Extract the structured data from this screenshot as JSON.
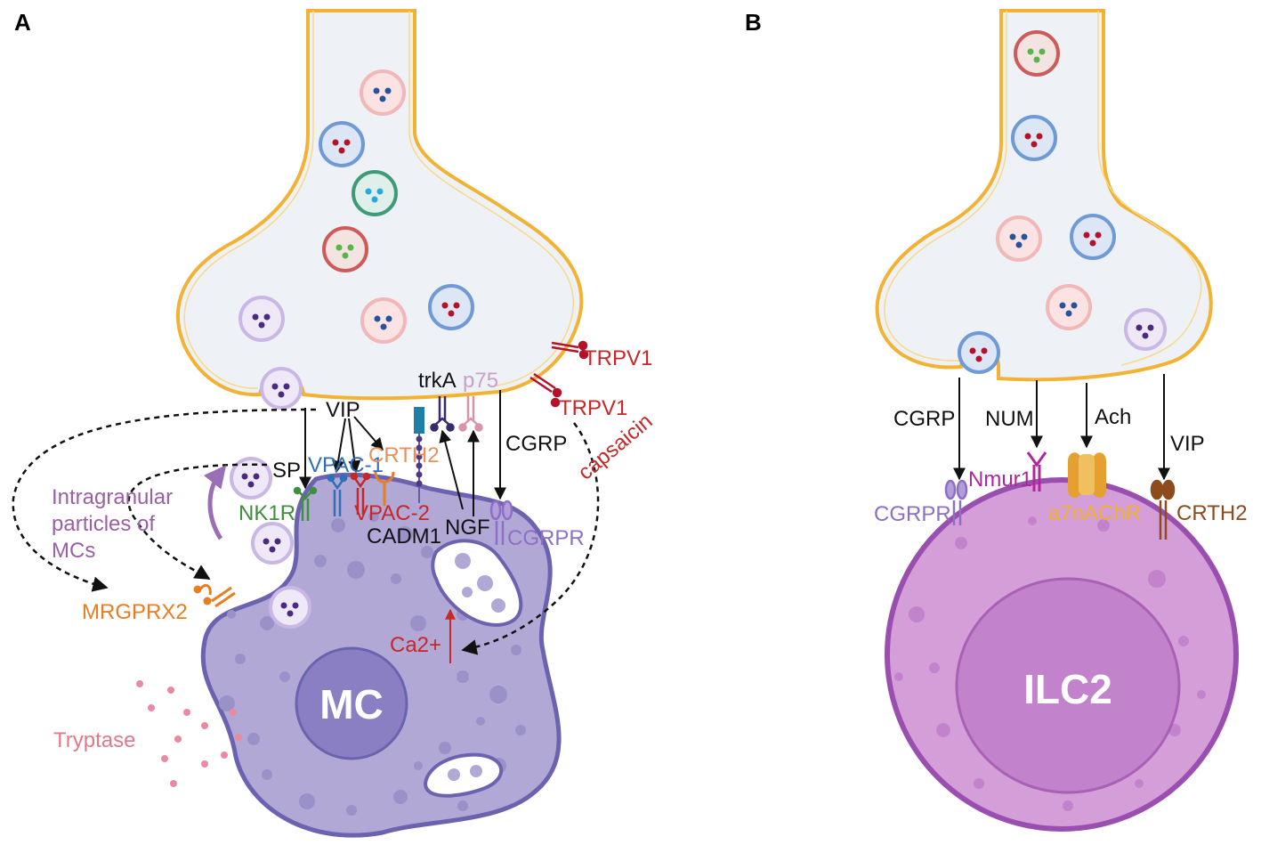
{
  "panels": {
    "a": "A",
    "b": "B"
  },
  "colors": {
    "neuron_fill": "#eef2f7",
    "neuron_stroke": "#f2b233",
    "mc_fill": "#b2a8d6",
    "mc_stroke": "#6b63b0",
    "mc_nucleus": "#8a7fc2",
    "ilc2_fill": "#d49ed9",
    "ilc2_stroke": "#9a4fb0",
    "ilc2_nucleus": "#c283cc",
    "red": "#c62828",
    "orange": "#e67e22",
    "green": "#3f8f3f",
    "blue": "#2f6fb5",
    "purple": "#7e57c2",
    "magenta": "#b0279a",
    "pink": "#e07a8a",
    "yellow": "#f0b030",
    "brown": "#8d4b1e"
  },
  "panel_a": {
    "cell": "MC",
    "vip": "VIP",
    "sp": "SP",
    "nk1r": "NK1R",
    "vpac1": "VPAC-1",
    "vpac2": "VPAC-2",
    "crth2": "CRTH2",
    "cadm1": "CADM1",
    "trka": "trkA",
    "p75": "p75",
    "ngf": "NGF",
    "cgrp": "CGRP",
    "cgrpr": "CGRPR",
    "trpv1_top": "TRPV1",
    "trpv1_mid": "TRPV1",
    "capsaicin": "capsaicin",
    "mrgprx2": "MRGPRX2",
    "ca": "Ca2+",
    "tryptase": "Tryptase",
    "intragranular": [
      "Intragranular",
      "particles of",
      "MCs"
    ]
  },
  "panel_b": {
    "cell": "ILC2",
    "cgrp": "CGRP",
    "num": "NUM",
    "ach": "Ach",
    "vip": "VIP",
    "cgrpr": "CGRPR",
    "nmur1": "Nmur1",
    "a7nachr": "a7nAChR",
    "crth2": "CRTH2"
  }
}
